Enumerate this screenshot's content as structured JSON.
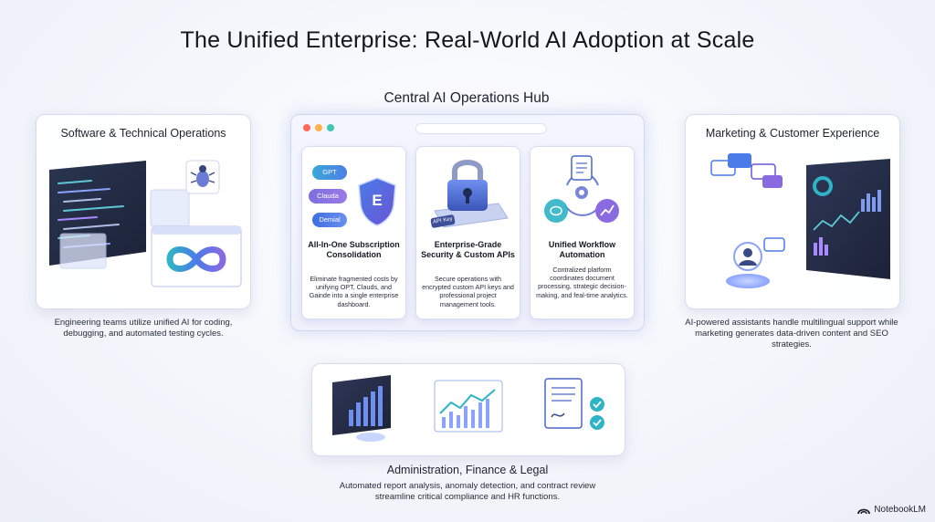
{
  "title": "The Unified Enterprise: Real-World AI Adoption at Scale",
  "hub": {
    "title": "Central AI Operations Hub",
    "cards": [
      {
        "title": "All-In-One Subscription Consolidation",
        "description": "Eliminate fragmented costs by unifying OPT, Clauds, and Gainde into a single enterprise dashboard.",
        "badges": [
          "GPT",
          "Clauda",
          "Demial"
        ],
        "shield_letter": "E"
      },
      {
        "title": "Enterprise-Grade Security & Custom APIs",
        "description": "Secure operations with encrypted custom API keys and professional project management tools.",
        "key_label": "API Key"
      },
      {
        "title": "Unified Workflow Automation",
        "description": "Contralized platform coordinates document processing, strategic decision-making, and feal-time analytics."
      }
    ]
  },
  "left_panel": {
    "title": "Software & Technical Operations",
    "caption": "Engineering teams utilize unified AI for coding, debugging, and automated testing cycles."
  },
  "right_panel": {
    "title": "Marketing & Customer Experience",
    "caption": "AI-powered assistants handle multilingual support while marketing generates data-driven content and SEO strategies."
  },
  "bottom_panel": {
    "title": "Administration, Finance & Legal",
    "caption": "Automated report analysis, anomaly detection, and contract review streamline critical compliance and HR functions."
  },
  "branding": {
    "name": "NotebookLM"
  },
  "colors": {
    "accent_blue": "#3f6fe0",
    "accent_purple": "#8a6ae0",
    "accent_teal": "#2fb3c6"
  }
}
